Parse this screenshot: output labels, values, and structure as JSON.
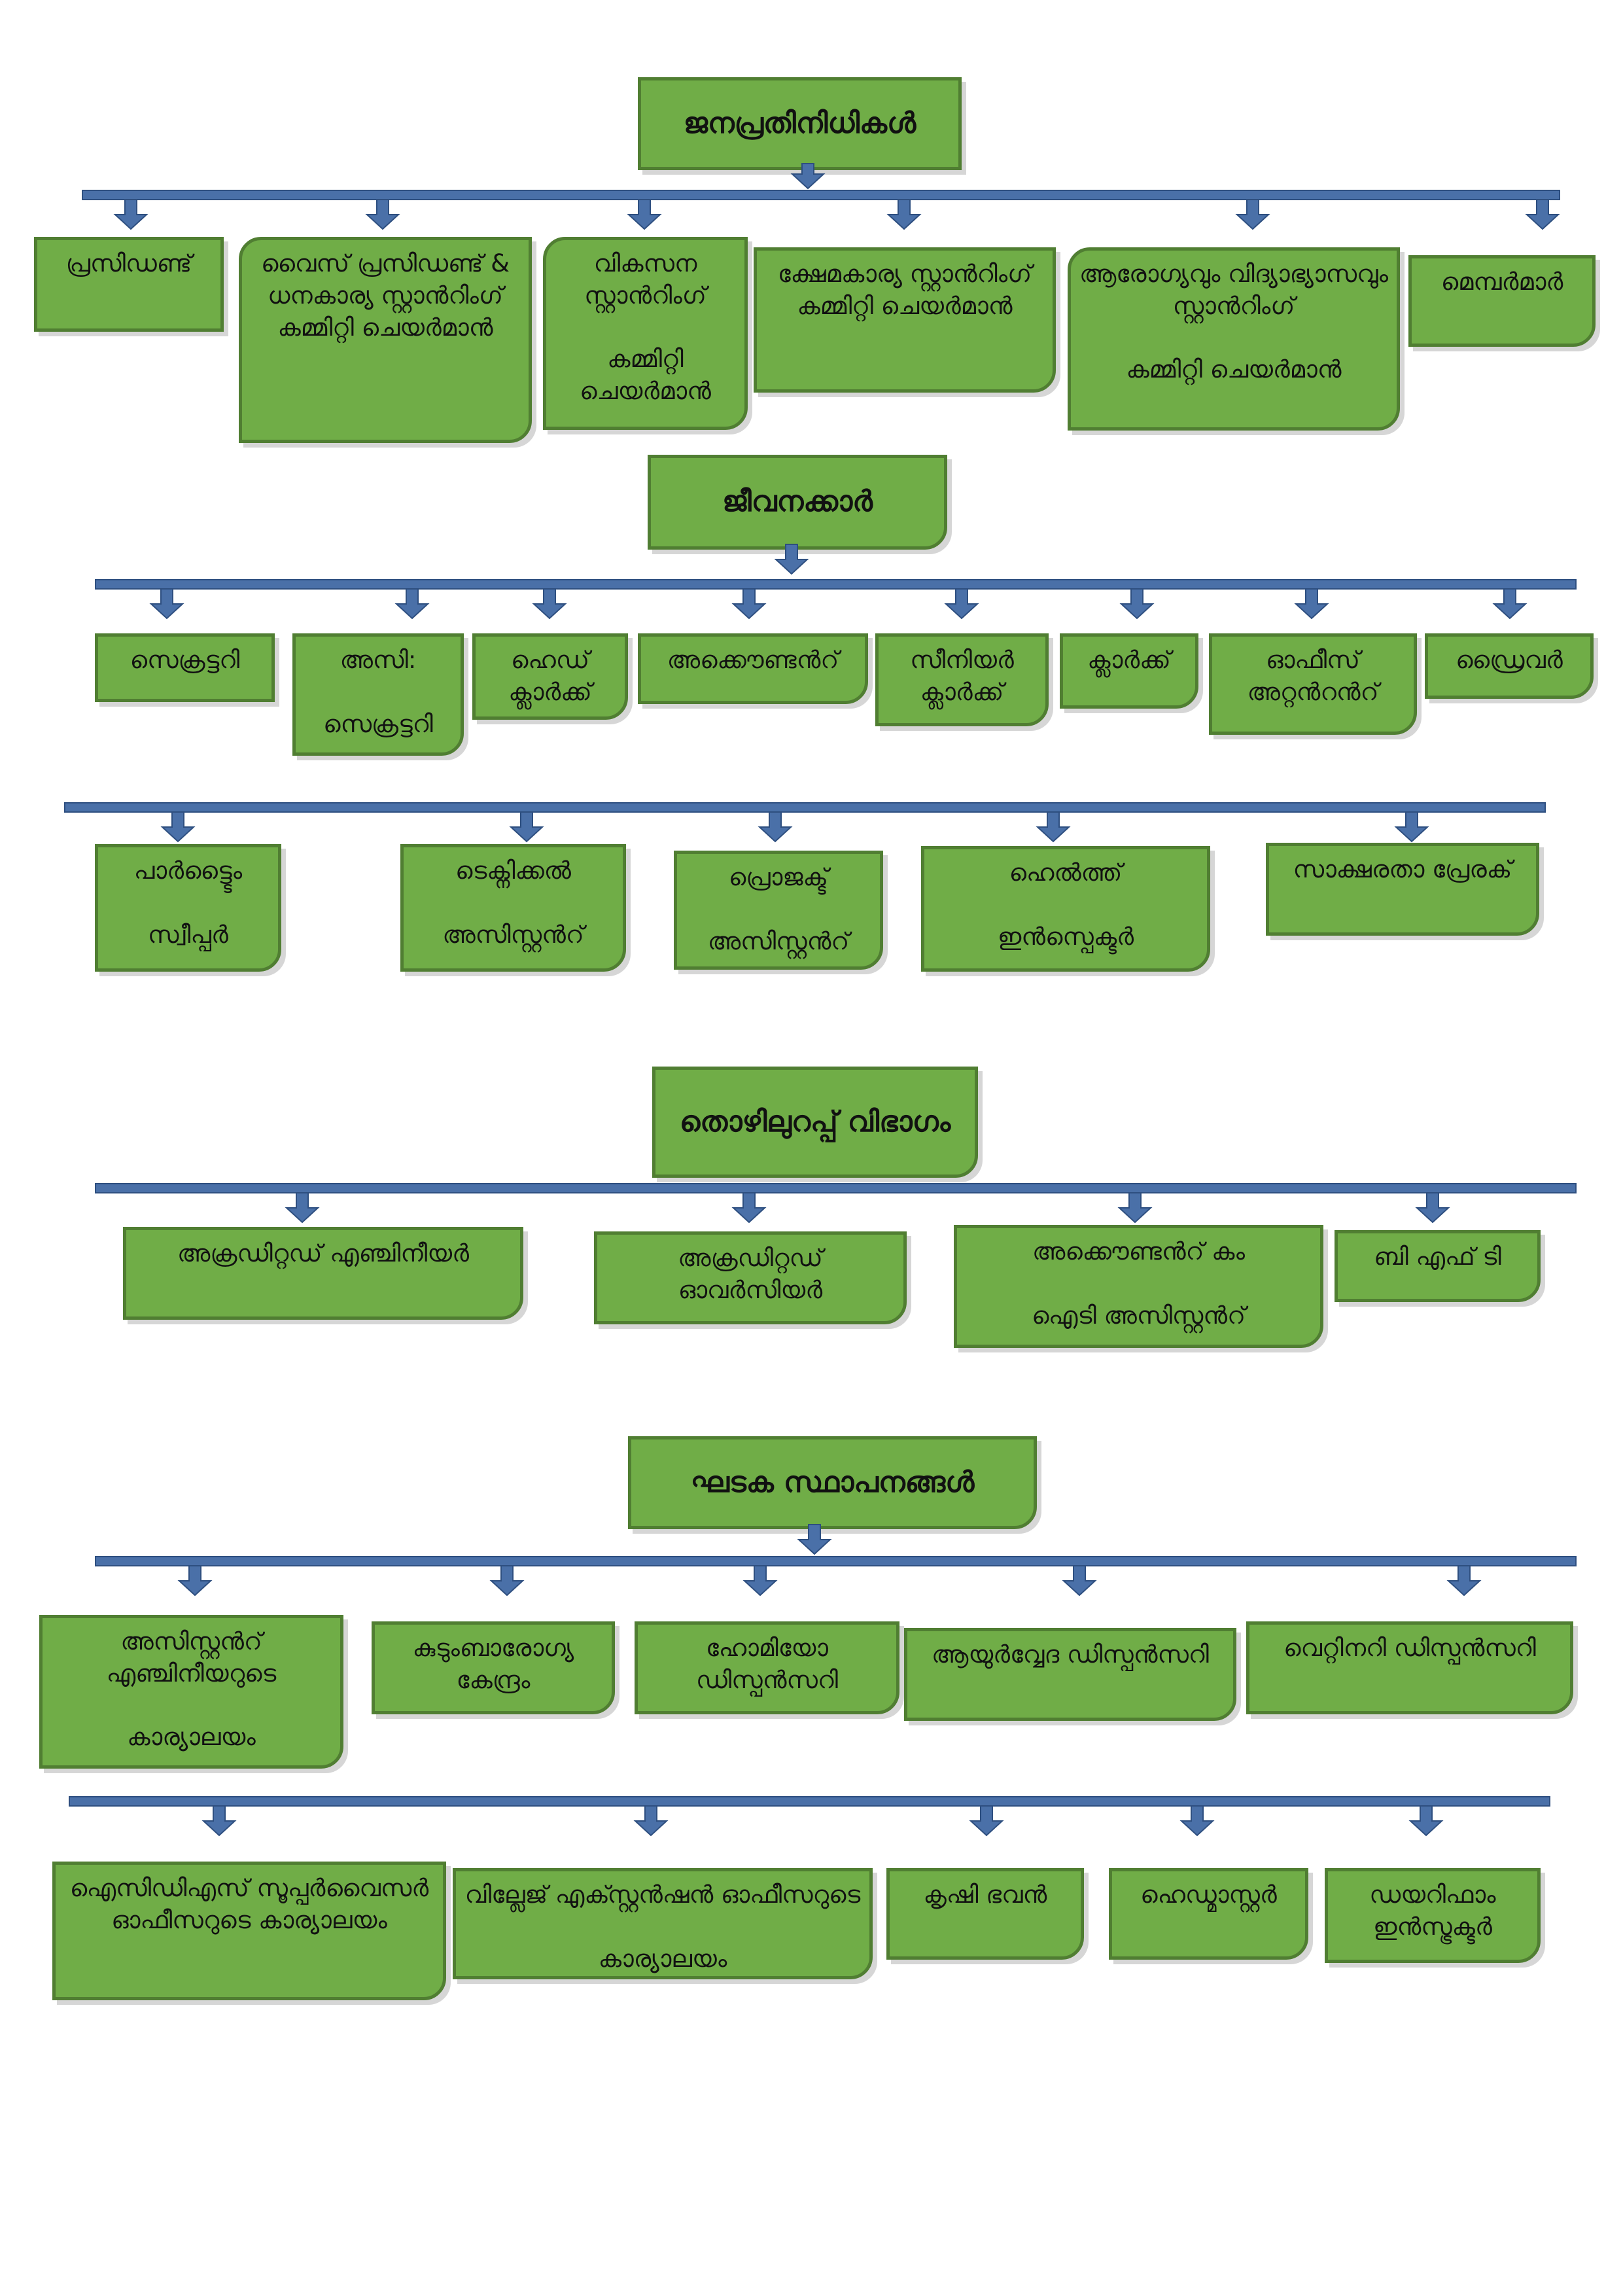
{
  "colors": {
    "box_fill": "#70ad47",
    "box_border": "#507e32",
    "connector": "#4a70a8"
  },
  "representatives": {
    "title": "ജനപ്രതിനിധികൾ",
    "members": [
      "പ്രസിഡണ്ട്",
      "വൈസ് പ്രസിഡണ്ട് & ധനകാര്യ സ്റ്റാൻറിംഗ് കമ്മിറ്റി ചെയർമാൻ",
      "വികസന സ്റ്റാൻറിംഗ്\n\nകമ്മിറ്റി ചെയർമാൻ",
      "ക്ഷേമകാര്യ സ്റ്റാൻറിംഗ് കമ്മിറ്റി ചെയർമാൻ",
      "ആരോഗ്യവും വിദ്യാഭ്യാസവും സ്റ്റാൻറിംഗ്\n\nകമ്മിറ്റി ചെയർമാൻ",
      "മെമ്പർമാർ"
    ]
  },
  "staff": {
    "title": "ജീവനക്കാർ",
    "row1": [
      "സെക്രട്ടറി",
      "അസി:\n\nസെക്രട്ടറി",
      "ഹെഡ് ക്ലാർക്ക്",
      "അക്കൌണ്ടൻറ്",
      "സീനിയർ ക്ലാർക്ക്",
      "ക്ലാർക്ക്",
      "ഓഫീസ് അറ്റൻറൻറ്",
      "ഡ്രൈവർ"
    ],
    "row2": [
      "പാർട്ട്ടൈം\n\nസ്വീപ്പർ",
      "ടെക്നിക്കൽ\n\nഅസിസ്റ്റൻറ്",
      "പ്രൊജക്ട്\n\nഅസിസ്റ്റൻറ്",
      "ഹെൽത്ത്\n\nഇൻസ്പെക്ടർ",
      "സാക്ഷരതാ പ്രേരക്"
    ]
  },
  "employment": {
    "title": "തൊഴിലുറപ്പ് വിഭാഗം",
    "members": [
      "അക്രഡിറ്റഡ് എഞ്ചിനീയർ",
      "അക്രഡിറ്റഡ് ഓവർസിയർ",
      "അക്കൌണ്ടൻറ് കം\n\nഐടി അസിസ്റ്റൻറ്",
      "ബി എഫ് ടി"
    ]
  },
  "institutions": {
    "title": "ഘടക സ്ഥാപനങ്ങൾ",
    "row1": [
      "അസിസ്റ്റൻറ് എഞ്ചിനീയറുടെ\n\nകാര്യാലയം",
      "കുടുംബാരോഗ്യ കേന്ദ്രം",
      "ഹോമിയോ ഡിസ്പൻസറി",
      "ആയുർവ്വേദ ഡിസ്പൻസറി",
      "വെറ്റിനറി ഡിസ്പൻസറി"
    ],
    "row2": [
      "ഐസിഡിഎസ് സൂപ്പർവൈസർ ഓഫീസറുടെ കാര്യാലയം",
      "വില്ലേജ് എക്സ്റ്റൻഷൻ ഓഫീസറുടെ\n\nകാര്യാലയം",
      "കൃഷി ഭവൻ",
      "ഹെഡ്മാസ്റ്റർ",
      "ഡയറിഫാം ഇൻസ്ട്രക്ടർ"
    ]
  }
}
